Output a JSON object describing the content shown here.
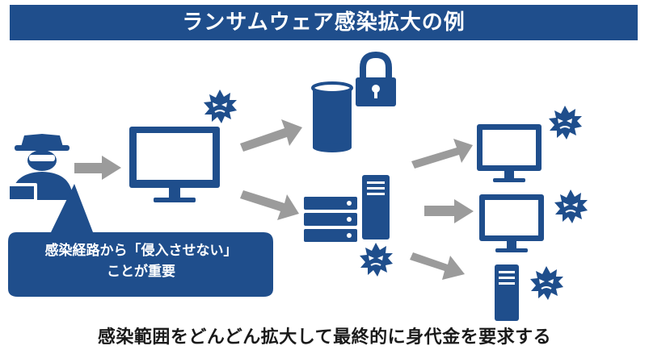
{
  "title": "ランサムウェア感染拡大の例",
  "callout": {
    "line1": "感染経路から「侵入させない」",
    "line2": "ことが重要"
  },
  "caption": "感染範囲をどんどん拡大して最終的に身代金を要求する",
  "colors": {
    "navy": "#1f4e8c",
    "arrow": "#9b9b9b",
    "background": "#ffffff"
  },
  "icons": [
    "hacker-icon",
    "monitor-icon",
    "virus-icon",
    "database-icon",
    "lock-icon",
    "server-rack-icon",
    "server-tower-icon"
  ]
}
